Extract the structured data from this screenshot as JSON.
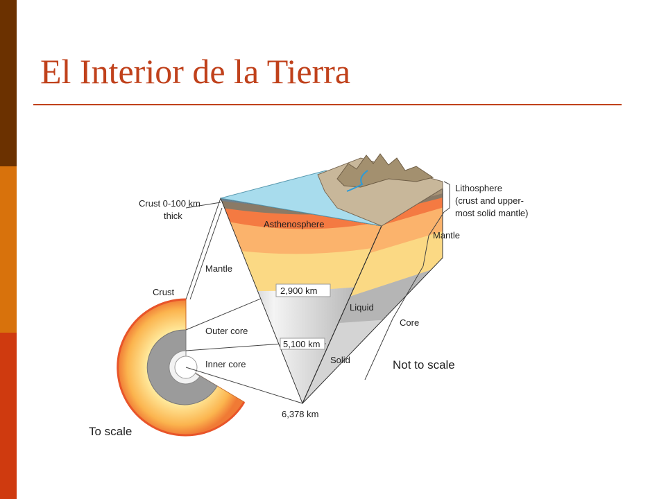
{
  "slide": {
    "title": "El Interior de la Tierra",
    "colors": {
      "title": "#c0411b",
      "bar_top": "#6b3100",
      "bar_mid": "#d8720c",
      "bar_bottom": "#cf3a0f",
      "rule": "#c0411b"
    }
  },
  "diagram": {
    "labels": {
      "crust_thickness_line1": "Crust 0-100 km",
      "crust_thickness_line2": "thick",
      "lithosphere_line1": "Lithosphere",
      "lithosphere_line2": "(crust and upper-",
      "lithosphere_line3": "most solid mantle)",
      "asthenosphere": "Asthenosphere",
      "mantle_left": "Mantle",
      "mantle_right": "Mantle",
      "crust": "Crust",
      "depth_2900": "2,900 km",
      "liquid": "Liquid",
      "core": "Core",
      "outer_core": "Outer core",
      "depth_5100": "5,100 km",
      "solid": "Solid",
      "not_to_scale": "Not to scale",
      "inner_core": "Inner core",
      "depth_6378": "6,378 km",
      "to_scale": "To scale"
    }
  }
}
